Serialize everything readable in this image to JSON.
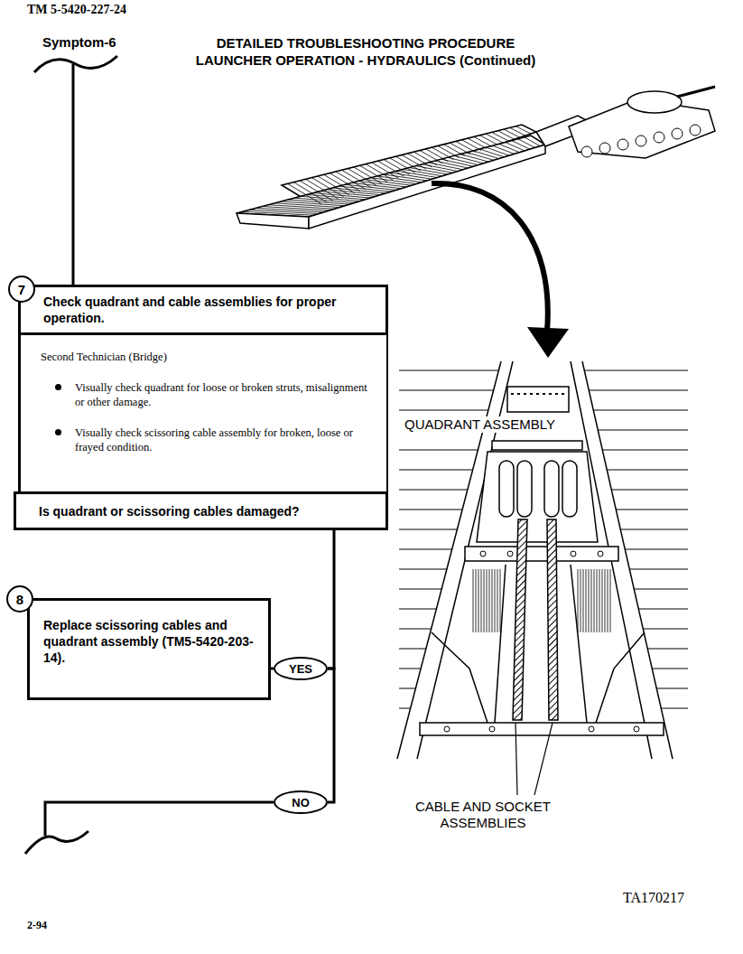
{
  "diagram": {
    "title": "DETAILED TROUBLESHOOTING PROCEDURE LAUNCHER OPERATION - HYDRAULICS (Continued)",
    "nodes": [
      {
        "text": [
          "7"
        ]
      },
      {
        "text": [
          "Check quadrant and cable assemblies for proper operation."
        ]
      },
      {
        "text": [
          "Second Technician (Bridge)",
          "Visually check quadrant for loose or broken struts, misalignment or other damage.",
          "Visually check scissoring cable assembly for broken, loose or frayed condition."
        ]
      },
      {
        "text": [
          "Is quadrant or scissoring cables damaged?"
        ]
      },
      {
        "text": [
          "8"
        ]
      },
      {
        "text": [
          "Replace scissoring cables and quadrant assembly (TM5-5420-203-14)."
        ]
      },
      {
        "text": [
          "YES"
        ]
      },
      {
        "text": [
          "NO"
        ]
      }
    ],
    "edges": [
      {
        "from": 3,
        "to": 6,
        "arrow": "none"
      },
      {
        "from": 6,
        "to": 5,
        "arrow": "none"
      },
      {
        "from": 6,
        "to": 7,
        "arrow": "none"
      }
    ],
    "labels": [
      "TM 5-5420-227-24",
      "Symptom-6",
      "QUADRANT ASSEMBLY",
      "CABLE AND SOCKET ASSEMBLIES",
      "TA170217",
      "2-94"
    ]
  }
}
